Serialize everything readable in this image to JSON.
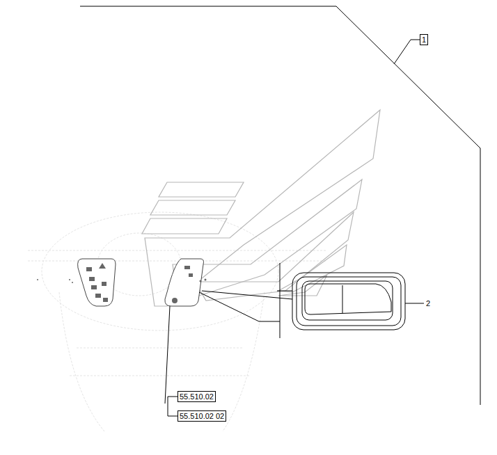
{
  "diagram": {
    "nodes": [
      {
        "text": [
          "1"
        ]
      },
      {
        "text": [
          "55.510.02"
        ]
      },
      {
        "text": [
          "55.510.02 02"
        ]
      }
    ],
    "labels": [
      "2"
    ]
  }
}
